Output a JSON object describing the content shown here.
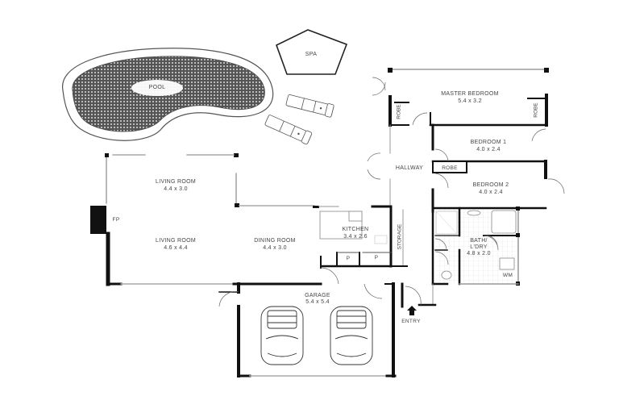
{
  "plan": {
    "outdoor": {
      "pool": "POOL",
      "spa": "SPA"
    },
    "rooms": [
      {
        "id": "master-bedroom",
        "name": "MASTER BEDROOM",
        "size": "5.4 x 3.2"
      },
      {
        "id": "bedroom-1",
        "name": "BEDROOM 1",
        "size": "4.0 x 2.4"
      },
      {
        "id": "bedroom-2",
        "name": "BEDROOM 2",
        "size": "4.0 x 2.4"
      },
      {
        "id": "living-room-upper",
        "name": "LIVING ROOM",
        "size": "4.4 x 3.0"
      },
      {
        "id": "living-room-lower",
        "name": "LIVING ROOM",
        "size": "4.6 x 4.4"
      },
      {
        "id": "dining-room",
        "name": "DINING ROOM",
        "size": "4.4 x 3.0"
      },
      {
        "id": "kitchen",
        "name": "KITCHEN",
        "size": "3.4 x 2.6"
      },
      {
        "id": "bath-laundry",
        "name": "BATH/",
        "name2": "L'DRY",
        "size": "4.8 x 2.0"
      },
      {
        "id": "garage",
        "name": "GARAGE",
        "size": "5.4 x 5.4"
      }
    ],
    "labels": {
      "hallway": "HALLWAY",
      "robe_hall": "ROBE",
      "robe_left": "ROBE",
      "robe_right": "ROBE",
      "storage": "STORAGE",
      "fireplace": "FP",
      "pantry1": "P",
      "pantry2": "P",
      "wm": "WM",
      "entry": "ENTRY"
    }
  }
}
